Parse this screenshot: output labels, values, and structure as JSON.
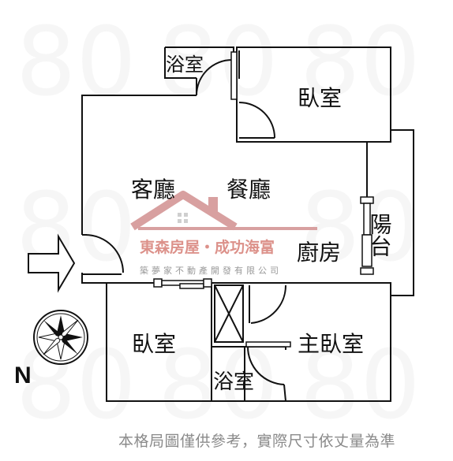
{
  "rooms": {
    "bath_top": "浴室",
    "bedroom_top": "臥室",
    "living": "客廳",
    "dining": "餐廳",
    "balcony": "陽台",
    "kitchen": "廚房",
    "bedroom_left": "臥室",
    "master_bedroom": "主臥室",
    "bath_bottom": "浴室"
  },
  "watermark": {
    "company": "東森房屋・成功海富",
    "subtitle": "築夢家不動產開發有限公司"
  },
  "compass": {
    "north_label": "N"
  },
  "footer": {
    "disclaimer": "本格局圖僅供參考，實際尺寸依丈量為準"
  },
  "colors": {
    "wall": "#111111",
    "watermark_red": "#c0392b",
    "watermark_pink": "#d8a0a0",
    "footer_gray": "#8a8a8a"
  }
}
